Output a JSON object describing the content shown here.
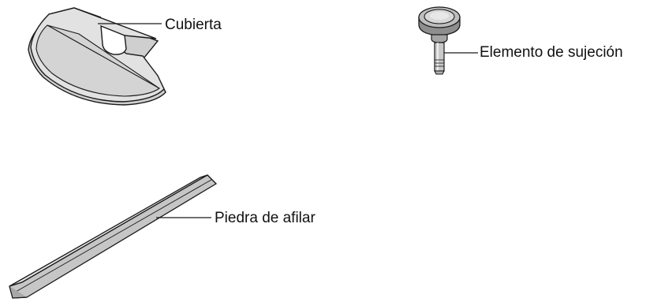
{
  "labels": {
    "cover": "Cubierta",
    "fastener": "Elemento de sujeción",
    "sharpening_stone": "Piedra de afilar"
  },
  "colors": {
    "outline": "#1a1a1a",
    "part_fill_light": "#e3e3e3",
    "part_fill_mid": "#c8c8c8",
    "part_fill_dark": "#9a9a9a"
  }
}
